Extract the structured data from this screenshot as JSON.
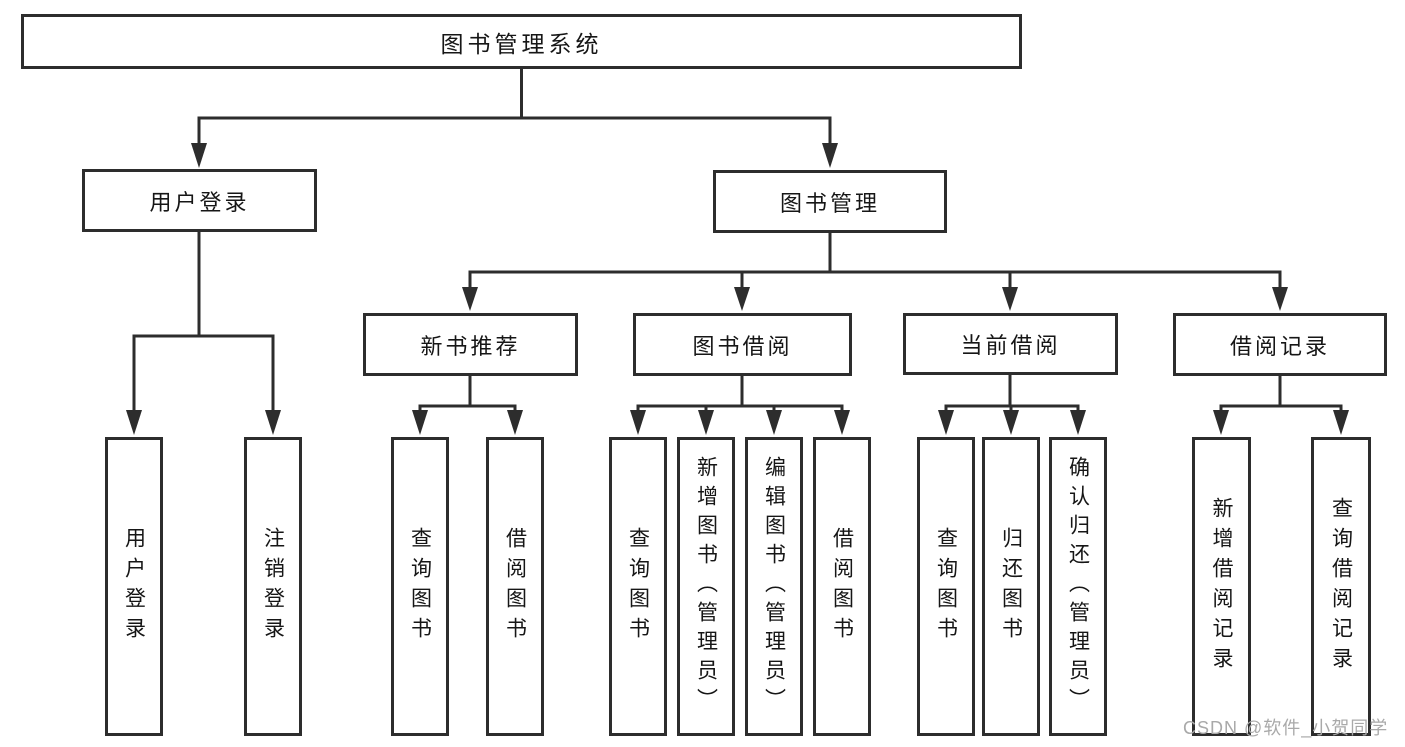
{
  "diagram": {
    "root": "图书管理系统",
    "level1": {
      "user_login": "用户登录",
      "book_management": "图书管理"
    },
    "level2": {
      "new_books": "新书推荐",
      "book_borrow": "图书借阅",
      "current_borrow": "当前借阅",
      "borrow_records": "借阅记录"
    },
    "leaves": {
      "user_login": [
        "用户登录",
        "注销登录"
      ],
      "new_books": [
        "查询图书",
        "借阅图书"
      ],
      "book_borrow": [
        "查询图书",
        "新增图书（管理员）",
        "编辑图书（管理员）",
        "借阅图书"
      ],
      "current_borrow": [
        "查询图书",
        "归还图书",
        "确认归还（管理员）"
      ],
      "borrow_records": [
        "新增借阅记录",
        "查询借阅记录"
      ]
    }
  },
  "colors": {
    "line": "#2d2d2d",
    "text": "#161616",
    "watermark": "#a9a9a9"
  },
  "watermark": {
    "text": "CSDN @软件_小贺同学"
  }
}
